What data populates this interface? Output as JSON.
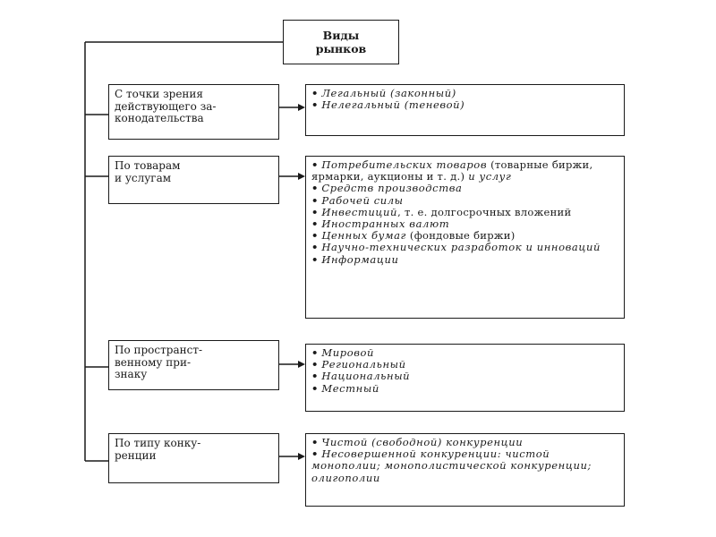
{
  "root": {
    "label_lines": [
      "Виды",
      "рынков"
    ]
  },
  "categories": [
    {
      "label": "С точки зрения\nдействующего за-\nконодательства",
      "items": [
        [
          {
            "text": "Легальный (законный)",
            "style": "italic"
          }
        ],
        [
          {
            "text": "Нелегальный (теневой)",
            "style": "italic"
          }
        ]
      ]
    },
    {
      "label": "По товарам\nи услугам",
      "items": [
        [
          {
            "text": "Потребительских товаров",
            "style": "italic"
          },
          {
            "text": " (товарные биржи, ярмарки, аукционы и т. д.) ",
            "style": "plain"
          },
          {
            "text": "и услуг",
            "style": "italic"
          }
        ],
        [
          {
            "text": "Средств производства",
            "style": "italic"
          }
        ],
        [
          {
            "text": "Рабочей силы",
            "style": "italic"
          }
        ],
        [
          {
            "text": "Инвестиций",
            "style": "italic"
          },
          {
            "text": ", т. е. долгосрочных вложений",
            "style": "plain"
          }
        ],
        [
          {
            "text": "Иностранных валют",
            "style": "italic"
          }
        ],
        [
          {
            "text": "Ценных бумаг",
            "style": "italic"
          },
          {
            "text": " (фондовые биржи)",
            "style": "plain"
          }
        ],
        [
          {
            "text": "Научно-технических разработок и инноваций",
            "style": "italic"
          }
        ],
        [
          {
            "text": "Информации",
            "style": "italic"
          }
        ]
      ]
    },
    {
      "label": "По пространст-\nвенному при-\nзнаку",
      "items": [
        [
          {
            "text": "Мировой",
            "style": "italic"
          }
        ],
        [
          {
            "text": "Региональный",
            "style": "italic"
          }
        ],
        [
          {
            "text": "Национальный",
            "style": "italic"
          }
        ],
        [
          {
            "text": "Местный",
            "style": "italic"
          }
        ]
      ]
    },
    {
      "label": "По типу конку-\nренции",
      "items": [
        [
          {
            "text": "Чистой (свободной) конкуренции",
            "style": "italic"
          }
        ],
        [
          {
            "text": "Несовершенной конкуренции: чистой монополии; монополистической конкуренции; олигополии",
            "style": "italic"
          }
        ]
      ]
    }
  ]
}
